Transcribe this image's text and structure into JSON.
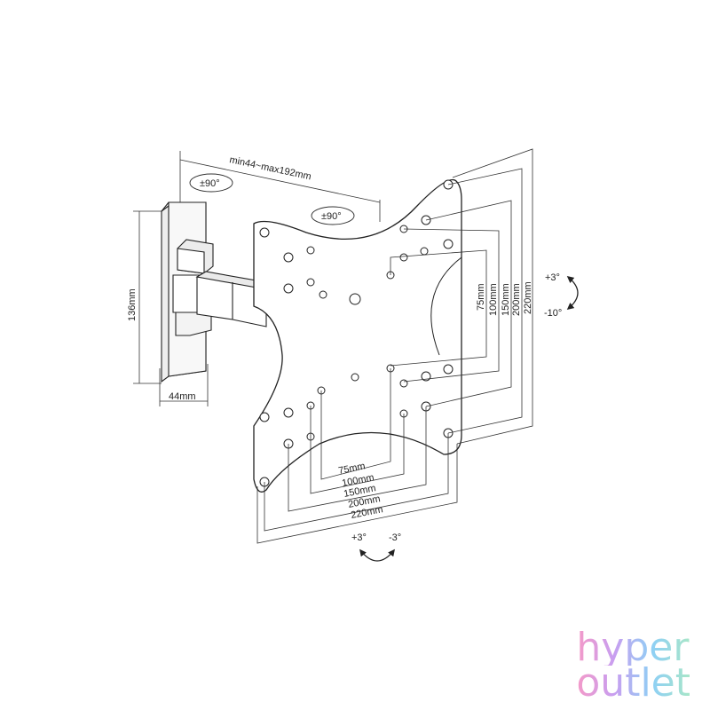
{
  "dimensions": {
    "arm_extension": "min44~max192mm",
    "height": "136mm",
    "depth": "44mm"
  },
  "swivel": {
    "wall": "±90°",
    "arm": "±90°"
  },
  "vesa_vertical": [
    "75mm",
    "100mm",
    "150mm",
    "200mm",
    "220mm"
  ],
  "vesa_horizontal": [
    "75mm",
    "100mm",
    "150mm",
    "200mm",
    "220mm"
  ],
  "tilt_right": {
    "up": "+3°",
    "down": "-10°"
  },
  "tilt_bottom": {
    "left": "+3°",
    "right": "-3°"
  },
  "logo": {
    "line1": "hyper",
    "line2": "outlet"
  }
}
